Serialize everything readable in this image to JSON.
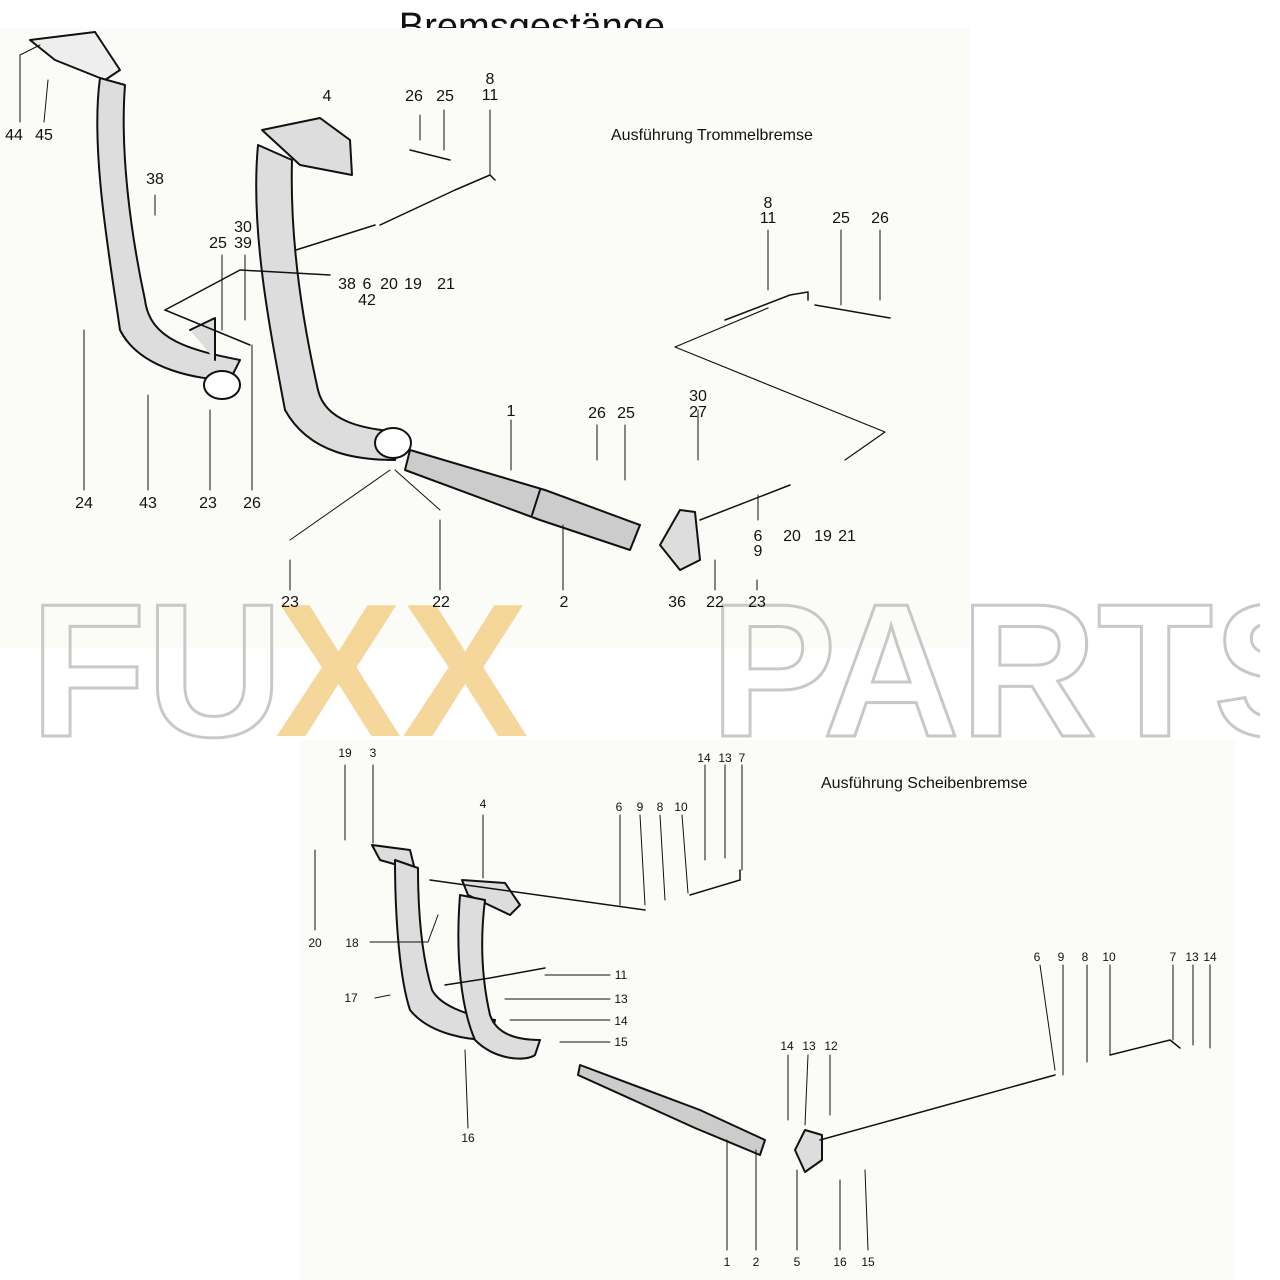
{
  "title": "Bremsgestänge",
  "sections": {
    "drum": {
      "heading": "Ausführung Trommelbremse"
    },
    "disc": {
      "heading": "Ausführung Scheibenbremse"
    }
  },
  "watermark": {
    "part1": "FU",
    "part2": "XX",
    "part3": "PARTS",
    "color_outline": "#c8c8c8",
    "color_xx": "#f3c97a"
  },
  "callouts_drum": [
    "44",
    "45",
    "4",
    "26",
    "25",
    "8",
    "11",
    "38",
    "30",
    "39",
    "25",
    "6",
    "42",
    "20",
    "19",
    "21",
    "38",
    "8",
    "11",
    "25",
    "26",
    "24",
    "43",
    "23",
    "26",
    "1",
    "26",
    "25",
    "30",
    "27",
    "6",
    "9",
    "20",
    "19",
    "21",
    "23",
    "22",
    "2",
    "36",
    "22",
    "23"
  ],
  "callouts_disc": [
    "19",
    "3",
    "4",
    "6",
    "9",
    "8",
    "10",
    "14",
    "13",
    "7",
    "20",
    "18",
    "11",
    "17",
    "13",
    "14",
    "15",
    "16",
    "14",
    "13",
    "12",
    "6",
    "9",
    "8",
    "10",
    "7",
    "13",
    "14",
    "1",
    "2",
    "5",
    "16",
    "15"
  ]
}
